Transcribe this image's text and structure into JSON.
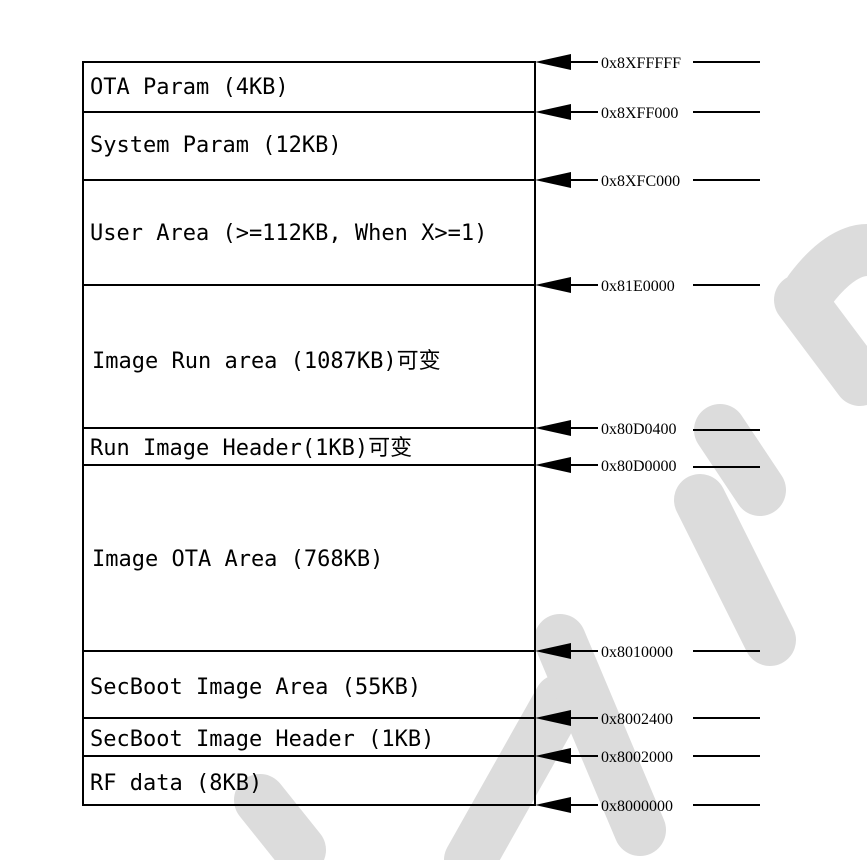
{
  "watermark": {
    "text": "WinnerMicro",
    "color": "#d9d9d9"
  },
  "memory_map": {
    "regions": [
      {
        "label": "OTA Param  (4KB)"
      },
      {
        "label": "System Param (12KB)"
      },
      {
        "label": "User Area (>=112KB, When X>=1)"
      },
      {
        "label": "Image Run area (1087KB)可变"
      },
      {
        "label": "Run Image Header(1KB)可变"
      },
      {
        "label": "Image OTA Area (768KB)"
      },
      {
        "label": "SecBoot Image Area (55KB)"
      },
      {
        "label": "SecBoot Image Header (1KB)"
      },
      {
        "label": "RF data (8KB)"
      }
    ],
    "addresses": [
      {
        "label": "0x8XFFFFF"
      },
      {
        "label": "0x8XFF000"
      },
      {
        "label": "0x8XFC000"
      },
      {
        "label": "0x81E0000"
      },
      {
        "label": "0x80D0400"
      },
      {
        "label": "0x80D0000"
      },
      {
        "label": "0x8010000"
      },
      {
        "label": "0x8002400"
      },
      {
        "label": "0x8002000"
      },
      {
        "label": "0x8000000"
      }
    ]
  }
}
